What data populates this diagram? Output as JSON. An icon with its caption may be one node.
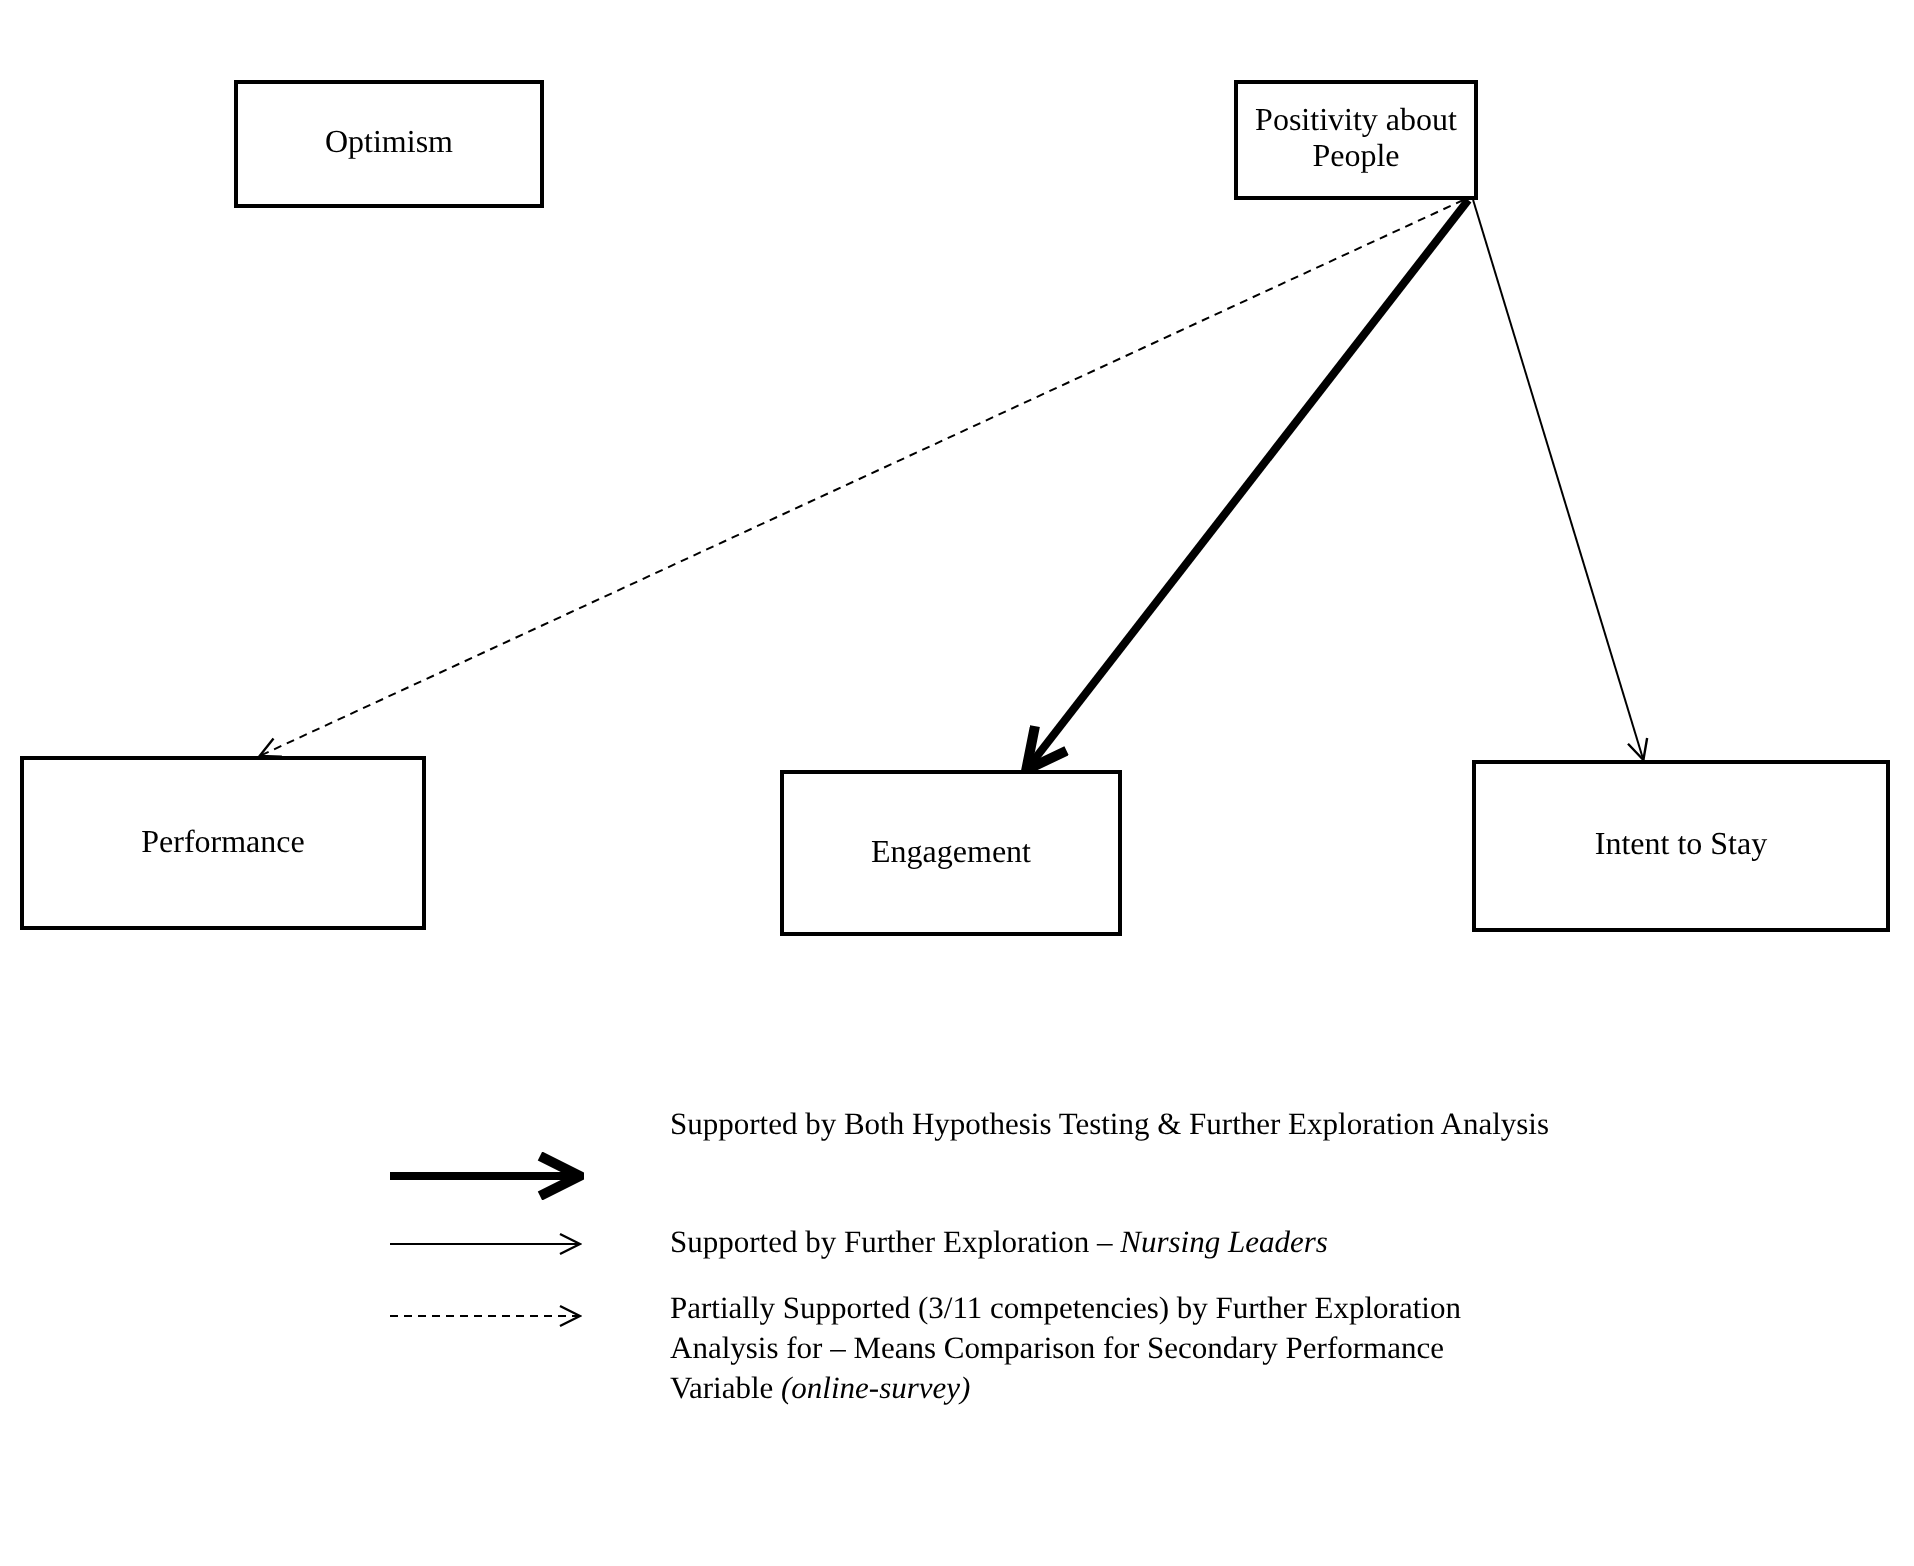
{
  "diagram": {
    "nodes": [
      {
        "text": [
          "Optimism"
        ]
      },
      {
        "text": [
          "Positivity about People"
        ]
      },
      {
        "text": [
          "Performance"
        ]
      },
      {
        "text": [
          "Engagement"
        ]
      },
      {
        "text": [
          "Intent to Stay"
        ]
      }
    ],
    "edges": [
      {
        "from": 1,
        "to": 2,
        "arrow": "to",
        "style": "dashed"
      },
      {
        "from": 1,
        "to": 3,
        "arrow": "to",
        "style": "thick"
      },
      {
        "from": 1,
        "to": 4,
        "arrow": "to"
      }
    ],
    "legend": [
      {
        "text": "Supported by Both Hypothesis Testing & Further Exploration Analysis"
      },
      {
        "text": "Supported by Further Exploration – *Nursing Leaders*"
      },
      {
        "text": "Partially Supported (3/11 competencies) by Further Exploration Analysis for – Means Comparison for Secondary Performance Variable *(online-survey)*"
      }
    ]
  }
}
